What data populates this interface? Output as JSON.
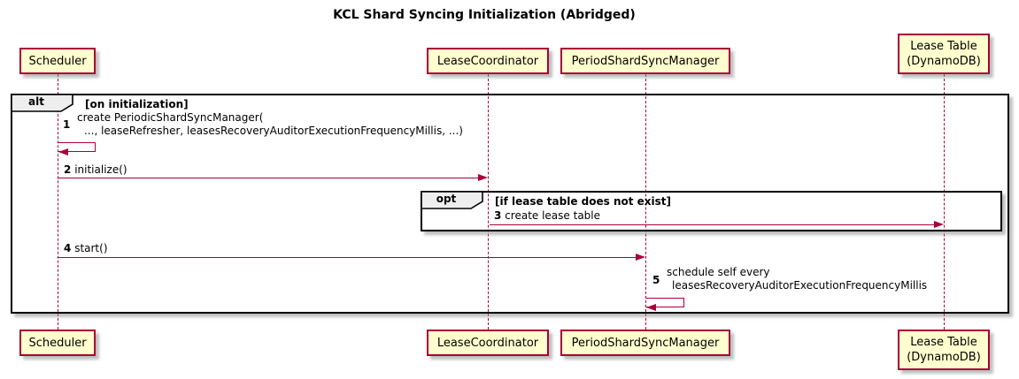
{
  "title": "KCL Shard Syncing Initialization (Abridged)",
  "colors": {
    "background": "#FFFFFF",
    "participant_fill": "#FEFECE",
    "participant_border": "#A80036",
    "lifeline": "#A80036",
    "arrow": "#A80036",
    "frame_border": "#000000",
    "frame_label_fill": "#EEEEEE"
  },
  "participants": [
    {
      "id": "scheduler",
      "lines": [
        "Scheduler"
      ]
    },
    {
      "id": "lease-coordinator",
      "lines": [
        "LeaseCoordinator"
      ]
    },
    {
      "id": "period-shard-sync-manager",
      "lines": [
        "PeriodShardSyncManager"
      ]
    },
    {
      "id": "lease-table",
      "lines": [
        "Lease Table",
        "(DynamoDB)"
      ]
    }
  ],
  "frames": [
    {
      "type": "alt",
      "label": "alt",
      "condition": "[on initialization]"
    },
    {
      "type": "opt",
      "label": "opt",
      "condition": "[if lease table does not exist]"
    }
  ],
  "messages": [
    {
      "num": "1",
      "kind": "self",
      "from": "Scheduler",
      "to": "Scheduler",
      "lines": [
        "create PeriodicShardSyncManager(",
        "..., leaseRefresher, leasesRecoveryAuditorExecutionFrequencyMillis, ...)"
      ]
    },
    {
      "num": "2",
      "kind": "sync",
      "from": "Scheduler",
      "to": "LeaseCoordinator",
      "text": "initialize()"
    },
    {
      "num": "3",
      "kind": "sync",
      "from": "LeaseCoordinator",
      "to": "Lease Table (DynamoDB)",
      "text": "create lease table"
    },
    {
      "num": "4",
      "kind": "sync",
      "from": "Scheduler",
      "to": "PeriodShardSyncManager",
      "text": "start()"
    },
    {
      "num": "5",
      "kind": "self",
      "from": "PeriodShardSyncManager",
      "to": "PeriodShardSyncManager",
      "lines": [
        "schedule self every",
        "leasesRecoveryAuditorExecutionFrequencyMillis"
      ]
    }
  ]
}
